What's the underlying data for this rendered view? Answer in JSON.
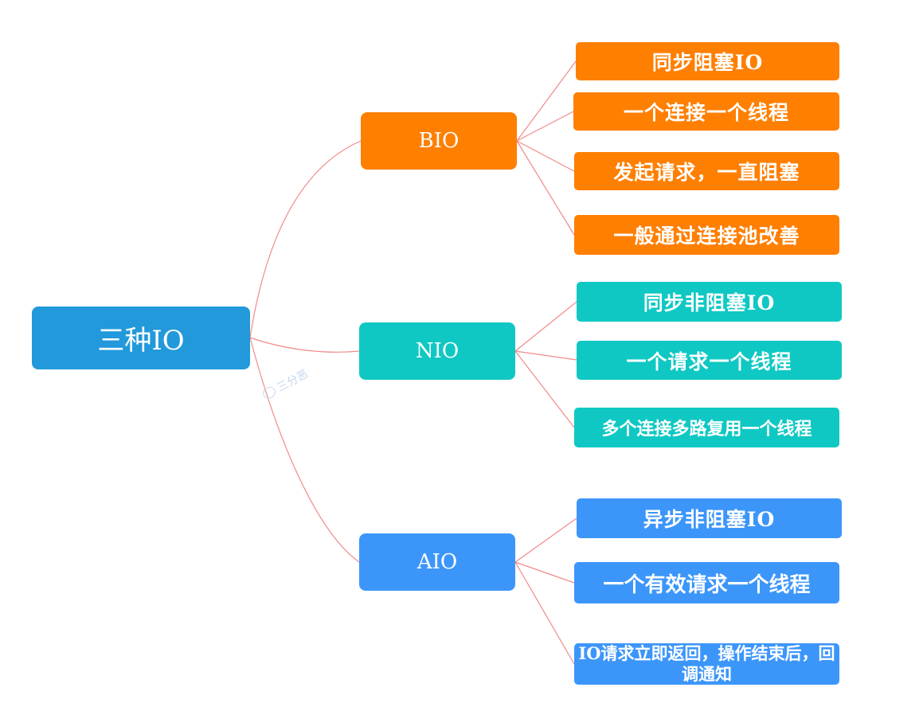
{
  "colors": {
    "root": "#2299DB",
    "bio": "#FF7F00",
    "nio": "#0FC8C3",
    "aio": "#3C96FA",
    "connector": "#F28A8A",
    "watermark": "#C4D8EE"
  },
  "root": {
    "label": "三种IO"
  },
  "branches": {
    "bio": {
      "label": "BIO",
      "leaves": [
        "同步阻塞IO",
        "一个连接一个线程",
        "发起请求，一直阻塞",
        "一般通过连接池改善"
      ]
    },
    "nio": {
      "label": "NIO",
      "leaves": [
        "同步非阻塞IO",
        "一个请求一个线程",
        "多个连接多路复用一个线程"
      ]
    },
    "aio": {
      "label": "AIO",
      "leaves": [
        "异步非阻塞IO",
        "一个有效请求一个线程",
        "IO请求立即返回，操作结束后，回调通知"
      ]
    }
  },
  "watermark": {
    "text": "三分恶",
    "icon": "wechat-icon"
  }
}
